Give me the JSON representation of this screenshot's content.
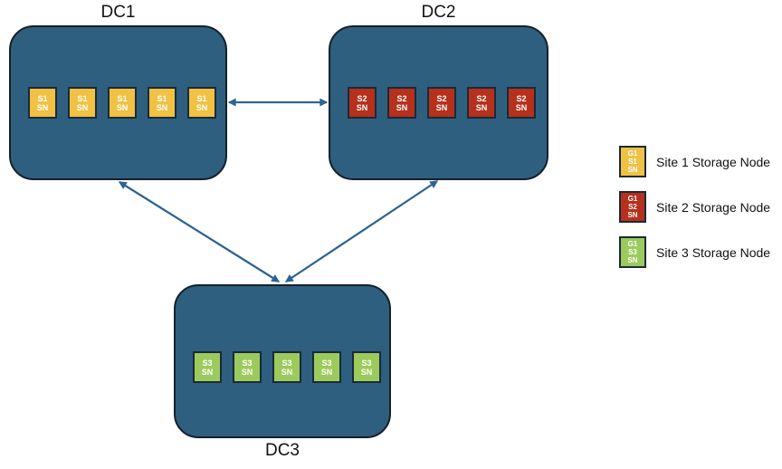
{
  "colors": {
    "datacenter_fill": "#2e5f7e",
    "datacenter_border": "#14212b",
    "node_border": "#1b2a38",
    "site1_node": "#f0c143",
    "site2_node": "#b5311c",
    "site3_node": "#9cca5c",
    "arrow": "#2d6493",
    "label_text": "#111111"
  },
  "datacenters": [
    {
      "id": "dc1",
      "label": "DC1",
      "node_count": 5,
      "node_lines": [
        "S1",
        "SN"
      ],
      "node_color": "#f0c143"
    },
    {
      "id": "dc2",
      "label": "DC2",
      "node_count": 5,
      "node_lines": [
        "S2",
        "SN"
      ],
      "node_color": "#b5311c"
    },
    {
      "id": "dc3",
      "label": "DC3",
      "node_count": 5,
      "node_lines": [
        "S3",
        "SN"
      ],
      "node_color": "#9cca5c"
    }
  ],
  "connections": [
    {
      "from": "DC1",
      "to": "DC2",
      "bidirectional": true
    },
    {
      "from": "DC1",
      "to": "DC3",
      "bidirectional": true
    },
    {
      "from": "DC2",
      "to": "DC3",
      "bidirectional": true
    }
  ],
  "legend": {
    "items": [
      {
        "swatch_lines": [
          "G1",
          "S1",
          "SN"
        ],
        "color": "#f0c143",
        "label": "Site 1 Storage Node"
      },
      {
        "swatch_lines": [
          "G1",
          "S2",
          "SN"
        ],
        "color": "#b5311c",
        "label": "Site 2 Storage Node"
      },
      {
        "swatch_lines": [
          "G1",
          "S3",
          "SN"
        ],
        "color": "#9cca5c",
        "label": "Site 3 Storage Node"
      }
    ]
  }
}
